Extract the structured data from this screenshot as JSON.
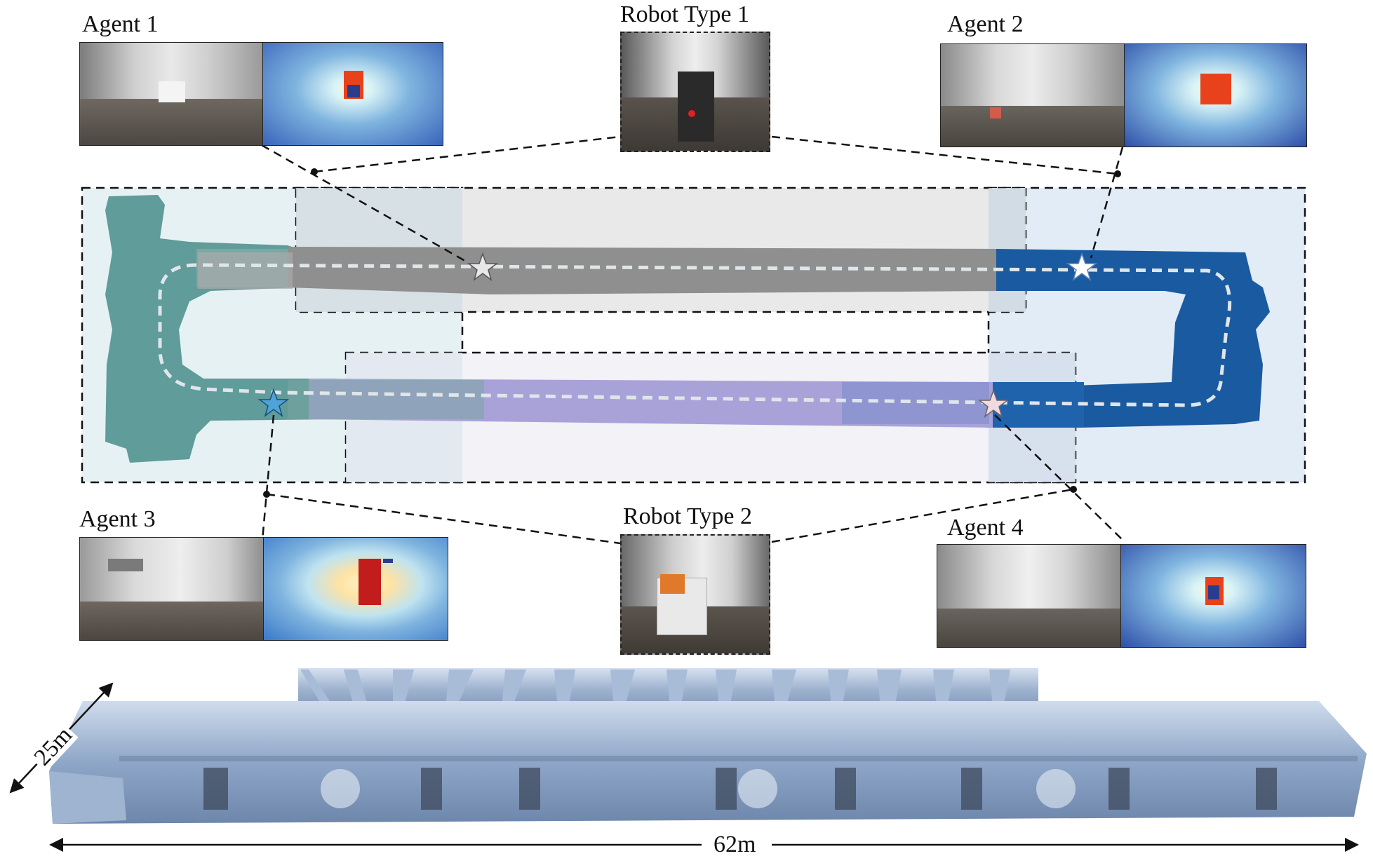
{
  "agents": [
    {
      "label": "Agent 1"
    },
    {
      "label": "Agent 2"
    },
    {
      "label": "Agent 3"
    },
    {
      "label": "Agent 4"
    }
  ],
  "robots": [
    {
      "label": "Robot Type 1"
    },
    {
      "label": "Robot Type 2"
    }
  ],
  "dimensions": {
    "depth_label": "25m",
    "length_label": "62m"
  },
  "colors": {
    "agent1_map": "#5f9c9a",
    "agent2_map": "#1a5aa0",
    "agent3_map": "#a9a2d9",
    "agent4_map": "#8f8f8f",
    "trajectory": "#dfe6ea",
    "pointcloud": "#8fa7c7"
  }
}
